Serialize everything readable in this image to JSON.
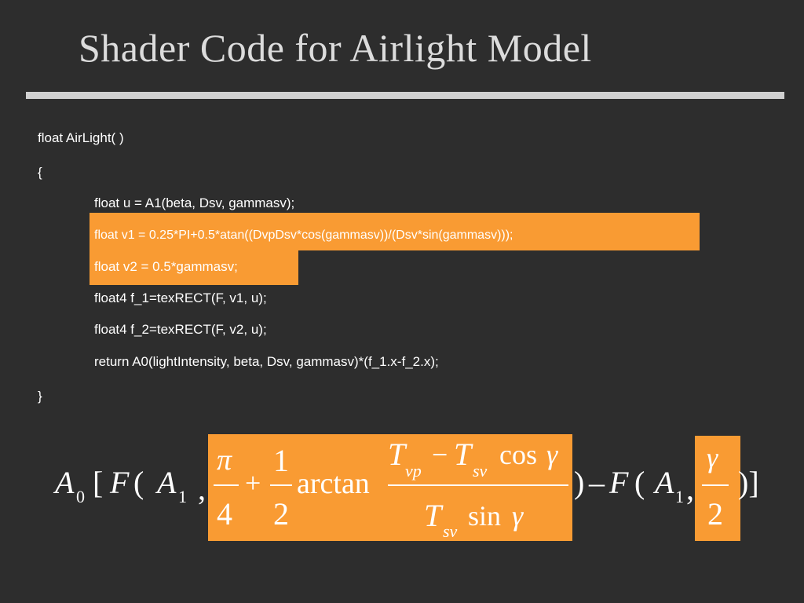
{
  "slide": {
    "title": "Shader Code for Airlight Model",
    "colors": {
      "background": "#2d2d2d",
      "highlight": "#f99b33",
      "rule": "#d0d0d0",
      "title": "#dcdcdc"
    }
  },
  "code": {
    "lines": [
      "float AirLight( )",
      "{",
      "float u = A1(beta, Dsv, gammasv);",
      "float v1 = 0.25*PI+0.5*atan((DvpDsv*cos(gammasv))/(Dsv*sin(gammasv)));",
      "float v2 = 0.5*gammasv;",
      "float4 f_1=texRECT(F, v1, u);",
      "float4 f_2=texRECT(F, v2, u);",
      "return A0(lightIntensity, beta, Dsv, gammasv)*(f_1.x-f_2.x);",
      "}"
    ]
  },
  "formula": {
    "A": "A",
    "sub0": "0",
    "sub1": "1",
    "lbracket": "[",
    "rbracket": ")]",
    "F": "F",
    "lparen": "(",
    "rparen_minus": ")",
    "minus": "–",
    "comma": ",",
    "pi": "π",
    "four": "4",
    "plus": "+",
    "one": "1",
    "two": "2",
    "arctan": "arctan",
    "T": "T",
    "sub_vp": "vp",
    "sub_sv": "sv",
    "num_minus": "−",
    "cos": "cos",
    "sin": "sin",
    "gamma": "γ"
  }
}
